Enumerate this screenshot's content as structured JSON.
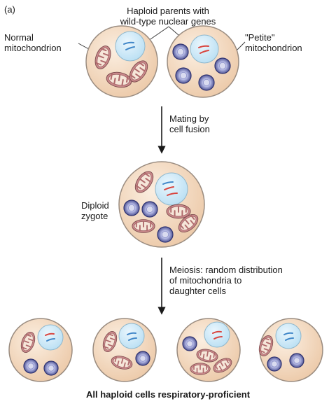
{
  "panel_label": "(a)",
  "labels": {
    "parents": [
      "Haploid parents with",
      "wild-type nuclear genes"
    ],
    "normal": [
      "Normal",
      "mitochondrion"
    ],
    "petite": [
      "\"Petite\"",
      "mitochondrion"
    ],
    "mating": [
      "Mating by",
      "cell fusion"
    ],
    "diploid": [
      "Diploid",
      "zygote"
    ],
    "meiosis": [
      "Meiosis: random distribution",
      "of mitochondria to",
      "daughter cells"
    ]
  },
  "caption": "All haploid cells respiratory-proficient",
  "colors": {
    "cell_fill": "#f4dcc4",
    "cell_edge": "#9a8c80",
    "nucleus_fill": "#cfe9f7",
    "mito_outer": "#c9888a",
    "mito_inner": "#f6e6d9",
    "petite_fill": "#5a5e9e",
    "petite_center": "#d9dbf0",
    "chromosome_red": "#d9443e",
    "chromosome_blue": "#3f86c8"
  }
}
